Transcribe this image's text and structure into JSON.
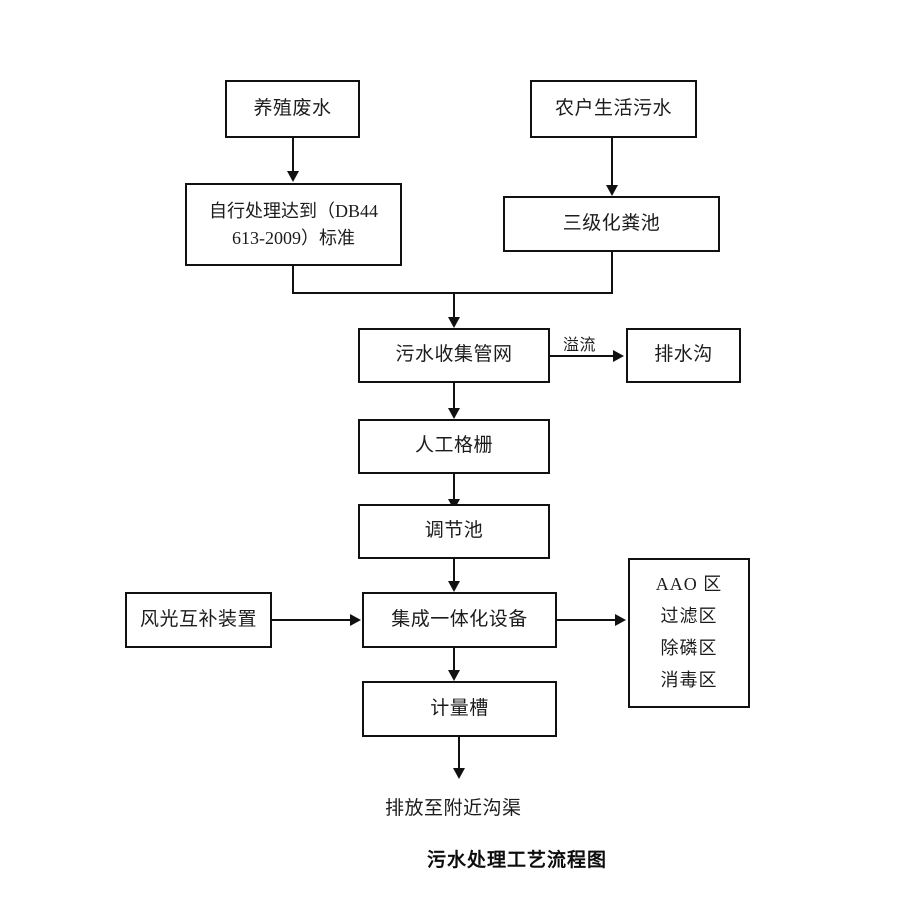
{
  "diagram": {
    "title": "污水处理工艺流程图",
    "outlet_text": "排放至附近沟渠",
    "overflow_label": "溢流",
    "nodes": {
      "breeding_wastewater": "养殖废水",
      "household_sewage": "农户生活污水",
      "self_treatment_standard": "自行处理达到（DB44 613-2009）标准",
      "self_treatment_line1": "自行处理达到（DB44",
      "self_treatment_line2": "613-2009）标准",
      "septic_tank": "三级化粪池",
      "sewage_collection_network": "污水收集管网",
      "drainage_ditch": "排水沟",
      "manual_grille": "人工格栅",
      "regulating_tank": "调节池",
      "wind_solar_complementary_device": "风光互补装置",
      "integrated_equipment": "集成一体化设备",
      "metering_tank": "计量槽"
    },
    "treatment_zones": [
      "AAO 区",
      "过滤区",
      "除磷区",
      "消毒区"
    ],
    "colors": {
      "stroke": "#111111",
      "text": "#1c1c1c",
      "background": "#ffffff"
    }
  }
}
